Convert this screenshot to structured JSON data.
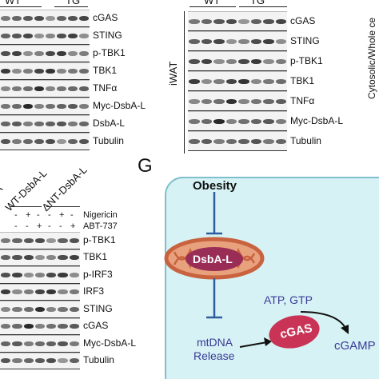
{
  "panel_top_left": {
    "group_labels": [
      "WT",
      "TG"
    ],
    "rows": [
      "cGAS",
      "STING",
      "p-TBK1",
      "TBK1",
      "TNFα",
      "Myc-DsbA-L",
      "DsbA-L",
      "Tubulin"
    ]
  },
  "panel_top_right": {
    "tissue_label": "iWAT",
    "group_labels": [
      "WT",
      "TG"
    ],
    "rows": [
      "cGAS",
      "STING",
      "p-TBK1",
      "TBK1",
      "TNFα",
      "Myc-DsbA-L",
      "Tubulin"
    ],
    "side_label": "Cytosolic/Whole ce"
  },
  "panel_bottom_left": {
    "col_labels": [
      "A",
      "WT-DsbA-L",
      "ΔNT-DsbA-L"
    ],
    "treatments": [
      {
        "name": "Nigericin",
        "signs": [
          "-",
          "+",
          "-",
          "-",
          "+",
          "-"
        ]
      },
      {
        "name": "ABT-737",
        "signs": [
          "-",
          "-",
          "+",
          "-",
          "-",
          "+"
        ]
      }
    ],
    "rows": [
      "p-TBK1",
      "TBK1",
      "p-IRF3",
      "IRF3",
      "STING",
      "cGAS",
      "Myc-DsbA-L",
      "Tubulin"
    ]
  },
  "panel_G": {
    "letter": "G",
    "obesity": "Obesity",
    "dsba": "DsbA-L",
    "atp_gtp": "ATP, GTP",
    "mtdna_line1": "mtDNA",
    "mtdna_line2": "Release",
    "cgas": "cGAS",
    "cgamp": "cGAMP",
    "colors": {
      "cell_fill": "#d6f2f4",
      "cell_border": "#7fbfcc",
      "mito_outer": "#c9623f",
      "mito_inner": "#e7a27d",
      "dsba_fill": "#9a2d55",
      "cgas_fill": "#c93456",
      "inhibit_line": "#2e5d9e",
      "text_blue": "#3a3a98"
    }
  }
}
